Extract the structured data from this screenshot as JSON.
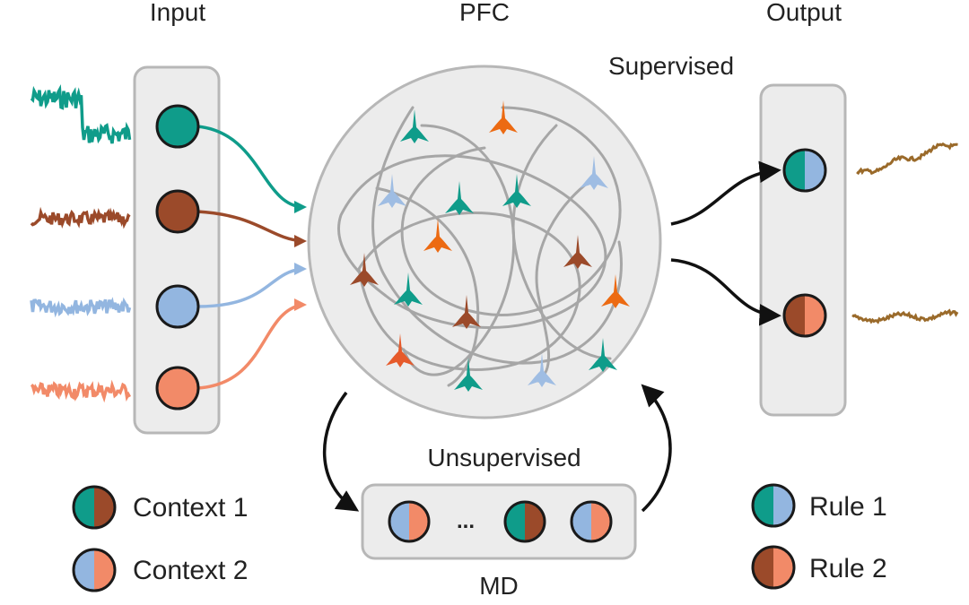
{
  "headers": {
    "input": "Input",
    "pfc": "PFC",
    "output": "Output"
  },
  "labels": {
    "supervised": "Supervised",
    "unsupervised": "Unsupervised",
    "md": "MD",
    "md_ellipsis": "..."
  },
  "legend_left": [
    {
      "label": "Context 1",
      "left_color": "#0f9c8a",
      "right_color": "#9b4a2a"
    },
    {
      "label": "Context 2",
      "left_color": "#93b6e0",
      "right_color": "#f28a68"
    }
  ],
  "legend_right": [
    {
      "label": "Rule 1",
      "left_color": "#0f9c8a",
      "right_color": "#93b6e0"
    },
    {
      "label": "Rule 2",
      "left_color": "#9b4a2a",
      "right_color": "#f28a68"
    }
  ],
  "input_units": [
    {
      "name": "teal",
      "color": "#0f9c8a"
    },
    {
      "name": "brown",
      "color": "#9b4a2a"
    },
    {
      "name": "light-blue",
      "color": "#93b6e0"
    },
    {
      "name": "salmon",
      "color": "#f28a68"
    }
  ],
  "output_units": [
    {
      "name": "rule-1-unit",
      "left_color": "#0f9c8a",
      "right_color": "#93b6e0"
    },
    {
      "name": "rule-2-unit",
      "left_color": "#9b4a2a",
      "right_color": "#f28a68"
    }
  ],
  "neuron_colors": {
    "teal": "#0f9c8a",
    "orange": "#ec6a12",
    "blue": "#9fbde3",
    "brown": "#9b4a2a",
    "red_orange": "#e65a2b"
  },
  "trace_colors": {
    "output": "#9a6a2a"
  }
}
